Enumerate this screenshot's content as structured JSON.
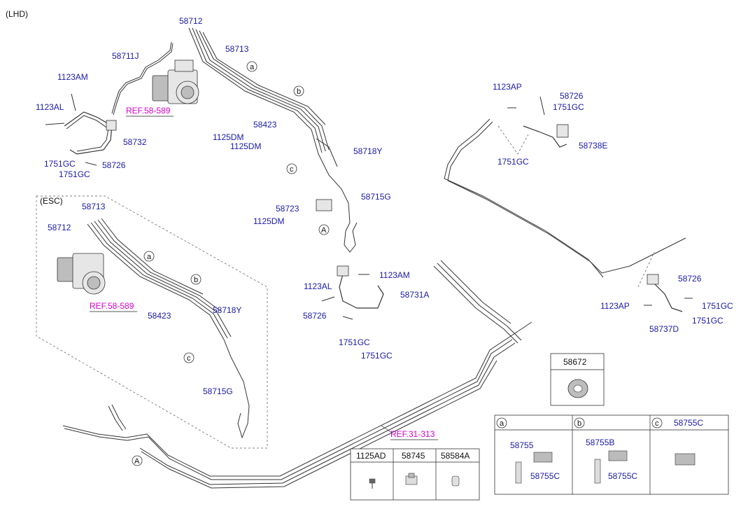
{
  "title": "(LHD)",
  "esc_label": "(ESC)",
  "labels": {
    "p58712_top": "58712",
    "p58711J": "58711J",
    "p58713_top": "58713",
    "p1123AM_top": "1123AM",
    "p1123AL_top": "1123AL",
    "ref_58_589_top": "REF.58-589",
    "p58423_top": "58423",
    "p1125DM_a": "1125DM",
    "p1125DM_b": "1125DM",
    "p58732": "58732",
    "p1751GC_a": "1751GC",
    "p1751GC_b": "1751GC",
    "p58726_left": "58726",
    "p58718Y_top": "58718Y",
    "p58715G_top": "58715G",
    "p58723": "58723",
    "p1125DM_c": "1125DM",
    "p1123AP_top": "1123AP",
    "p58726_top": "58726",
    "p1751GC_c": "1751GC",
    "p58738E": "58738E",
    "p1751GC_d": "1751GC",
    "p58713_esc": "58713",
    "p58712_esc": "58712",
    "ref_58_589_esc": "REF.58-589",
    "p58423_esc": "58423",
    "p58718Y_esc": "58718Y",
    "p58715G_esc": "58715G",
    "p1123AM_mid": "1123AM",
    "p1123AL_mid": "1123AL",
    "p58731A": "58731A",
    "p58726_mid": "58726",
    "p1751GC_e": "1751GC",
    "p1751GC_f": "1751GC",
    "p58726_right": "58726",
    "p1123AP_right": "1123AP",
    "p1751GC_g": "1751GC",
    "p58737D": "58737D",
    "p1751GC_h": "1751GC",
    "ref_31_313": "REF.31-313"
  },
  "callouts": {
    "a_top": "a",
    "b_top": "b",
    "c_top": "c",
    "A_top": "A",
    "a_esc": "a",
    "b_esc": "b",
    "c_esc": "c",
    "A_bottom": "A"
  },
  "part_box": {
    "number": "58672"
  },
  "bottom_table": {
    "headers": [
      "1125AD",
      "58745",
      "58584A"
    ]
  },
  "clip_table": {
    "sections": [
      {
        "tag": "a",
        "header": "",
        "parts": [
          "58755",
          "58755C"
        ]
      },
      {
        "tag": "b",
        "header": "",
        "parts": [
          "58755B",
          "58755C"
        ]
      },
      {
        "tag": "c",
        "header": "58755C",
        "parts": []
      }
    ]
  }
}
